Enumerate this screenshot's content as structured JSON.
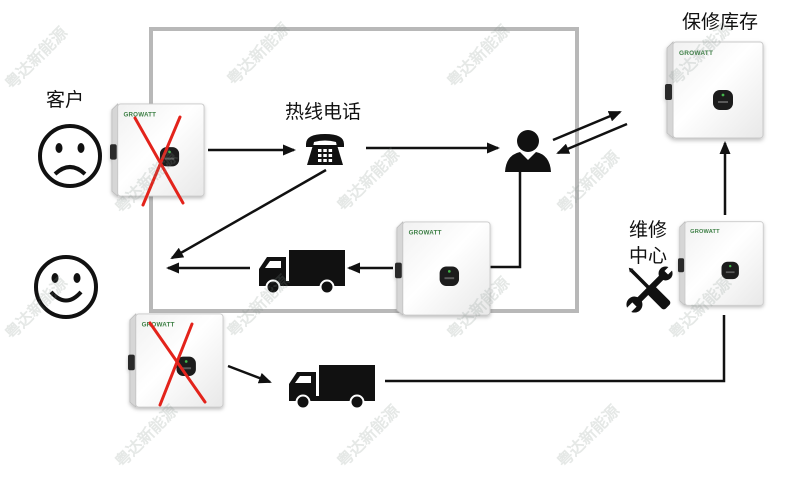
{
  "diagram": {
    "customer_label": "客户",
    "hotline_label": "热线电话",
    "warranty_stock_label": "保修库存",
    "repair_center_label": [
      "维修",
      "中心"
    ]
  },
  "inverter": {
    "brand": "GROWATT"
  },
  "watermark": "粤达新能源",
  "icons": {
    "customer_unhappy": "sad-face-icon",
    "customer_happy": "smiley-face-icon",
    "hotline": "telephone-icon",
    "agent": "person-icon",
    "shipping": "truck-icon",
    "repair": "tools-icon",
    "device": "inverter-icon",
    "faulty_mark": "red-cross-icon"
  },
  "colors": {
    "fault_cross": "#e3231b",
    "frame": "#b8b8b8",
    "arrow": "#111111",
    "brand": "#3d7f45"
  }
}
